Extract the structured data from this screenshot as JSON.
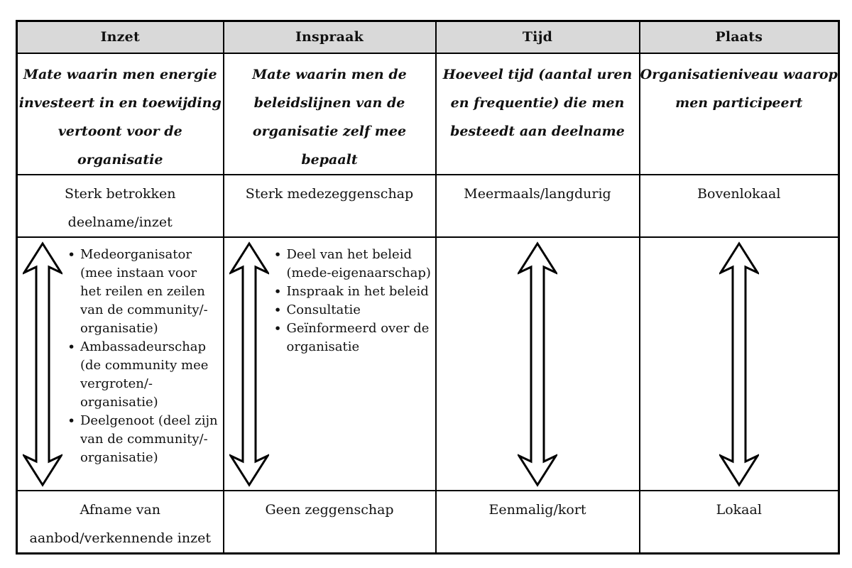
{
  "page": {
    "background": "#ffffff"
  },
  "table": {
    "border_color": "#000000",
    "header_bg": "#d9d9d9",
    "text_color": "#111111",
    "arrow_icon": "double-headed-vertical-arrow",
    "columns": [
      {
        "header": "Inzet",
        "description": "Mate waarin men energie\ninvesteert in en toewijding\nvertoont voor de\norganisatie",
        "top_label": "Sterk betrokken\ndeelname/inzet",
        "bullets": [
          "Medeorganisator (mee instaan voor het reilen en zeilen van de community/-organisatie)",
          "Ambassadeurschap (de community mee vergroten/-organisatie)",
          "Deelgenoot (deel zijn van de community/-organisatie)"
        ],
        "bottom_label": "Afname van\naanbod/verkennende inzet"
      },
      {
        "header": "Inspraak",
        "description": "Mate waarin men de\nbeleidslijnen van de\norganisatie zelf mee\nbepaalt",
        "top_label": "Sterk medezeggenschap",
        "bullets": [
          "Deel van het beleid (mede-eigenaarschap)",
          "Inspraak in het beleid",
          "Consultatie",
          "Geïnformeerd over de organisatie"
        ],
        "bottom_label": "Geen zeggenschap"
      },
      {
        "header": "Tijd",
        "description": "Hoeveel tijd (aantal uren\nen frequentie) die men\nbesteedt aan deelname",
        "top_label": "Meermaals/langdurig",
        "bullets": [],
        "bottom_label": "Eenmalig/kort"
      },
      {
        "header": "Plaats",
        "description": "Organisatieniveau waarop\nmen participeert",
        "top_label": "Bovenlokaal",
        "bullets": [],
        "bottom_label": "Lokaal"
      }
    ]
  }
}
